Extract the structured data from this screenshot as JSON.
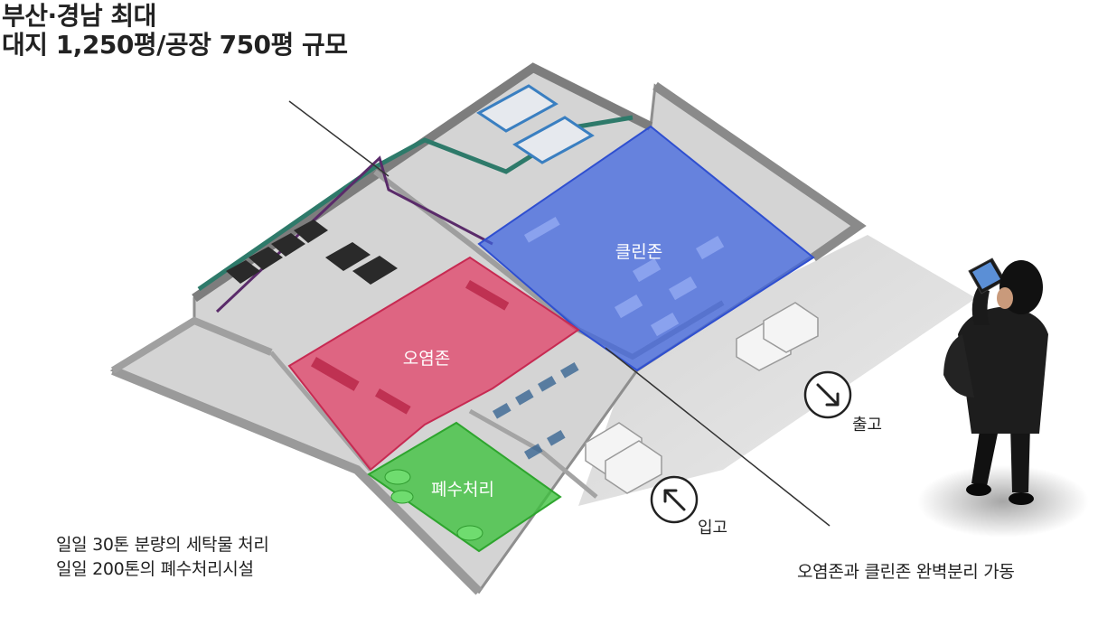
{
  "heading": {
    "line1": "부산·경남 최대",
    "line2": "대지 1,250평/공장 750평 규모"
  },
  "zones": {
    "clean": "클린존",
    "contaminated": "오염존",
    "wastewater": "폐수처리"
  },
  "directions": {
    "outbound": "출고",
    "inbound": "입고"
  },
  "caption_left": {
    "line1": "일일 30톤 분량의 세탁물 처리",
    "line2": "일일 200톤의 폐수처리시설"
  },
  "caption_right": "오염존과 클린존 완벽분리 가동",
  "colors": {
    "clean_zone": "#3b63e0",
    "contaminated_zone": "#e23a63",
    "wastewater_zone": "#3cc23c",
    "floor": "#d6d6d6",
    "wall": "#9a9a9a"
  }
}
